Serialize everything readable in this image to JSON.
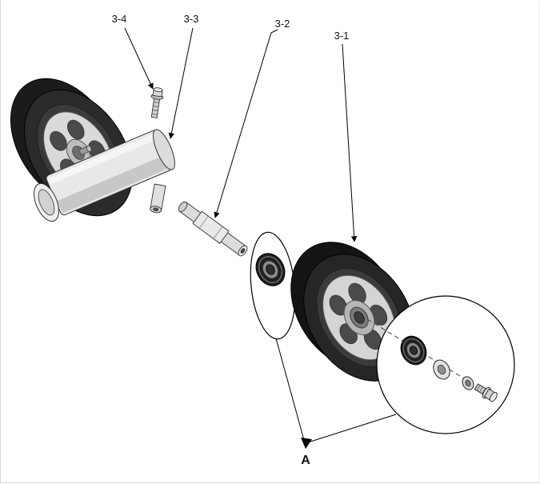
{
  "diagram": {
    "labels": {
      "part_3_4": "3-4",
      "part_3_3": "3-3",
      "part_3_2": "3-2",
      "part_3_1": "3-1",
      "detail": "A"
    },
    "colors": {
      "line": "#000000",
      "tire_dark": "#232323",
      "metal_light": "#e6e6e6",
      "background": "#ffffff"
    }
  }
}
